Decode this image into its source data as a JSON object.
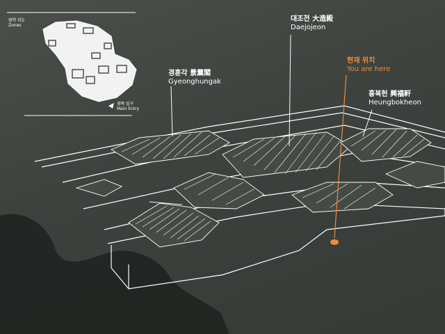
{
  "zones_map": {
    "title_ko": "영역 지도",
    "title_en": "Zones"
  },
  "main_entry": {
    "ko": "경복 입구",
    "en": "Main Entry"
  },
  "buildings": {
    "gyeonghungak": {
      "ko": "경훈각 景薰閣",
      "en": "Gyeonghungak"
    },
    "daejojeon": {
      "ko": "대조전 大造殿",
      "en": "Daejojeon"
    },
    "heungbokheon": {
      "ko": "흥복헌 興福軒",
      "en": "Heungbokheon"
    }
  },
  "you_are_here": {
    "ko": "현재 위치",
    "en": "You are here",
    "color": "#f08a3c"
  },
  "colors": {
    "board": "#3d423e",
    "lines": "#ffffff",
    "accent": "#f08a3c"
  }
}
